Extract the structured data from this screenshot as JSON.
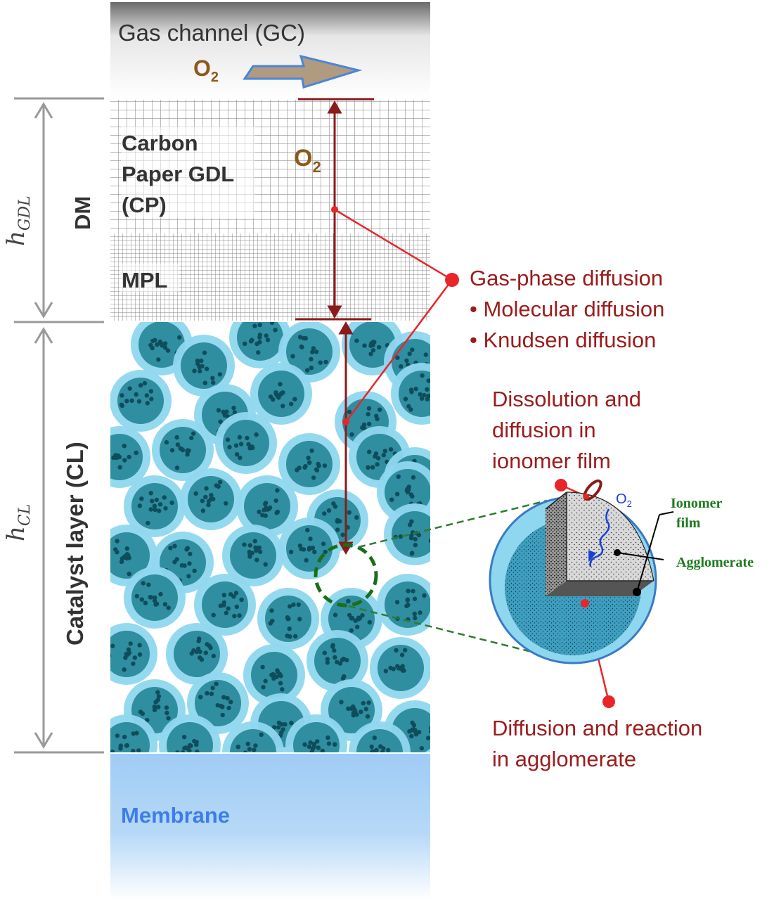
{
  "labels": {
    "gas_channel": "Gas channel (GC)",
    "o2_flow": "O",
    "o2_flow_sub": "2",
    "o2_gdl": "O",
    "o2_gdl_sub": "2",
    "carbon_line1": "Carbon",
    "carbon_line2": "Paper GDL",
    "carbon_line3": "(CP)",
    "mpl": "MPL",
    "dm": "DM",
    "catalyst_layer": "Catalyst layer (CL)",
    "membrane": "Membrane",
    "h_gdl_main": "h",
    "h_gdl_sub": "GDL",
    "h_cl_main": "h",
    "h_cl_sub": "CL"
  },
  "annotations": {
    "gas_phase": "Gas-phase diffusion",
    "molecular": "• Molecular diffusion",
    "knudsen": "• Knudsen diffusion",
    "dissolution_1": "Dissolution and",
    "dissolution_2": "diffusion in",
    "dissolution_3": "ionomer film",
    "reaction_1": "Diffusion and reaction",
    "reaction_2": "in agglomerate"
  },
  "inset": {
    "ionomer_1": "Ionomer",
    "ionomer_2": "film",
    "agglomerate": "Agglomerate",
    "o2": "O",
    "o2_sub": "2"
  },
  "colors": {
    "annotation_red": "#9b1c1c",
    "pointer_red": "#e8262a",
    "ionomer_blue": "#8fd7ee",
    "agglomerate_teal": "#2f8ea0",
    "membrane_blue": "#a8cff5",
    "membrane_text": "#3d7de8",
    "o2_brown": "#8b5a1a",
    "arrow_fill": "#b09a80",
    "inset_green": "#1f7a1f"
  }
}
